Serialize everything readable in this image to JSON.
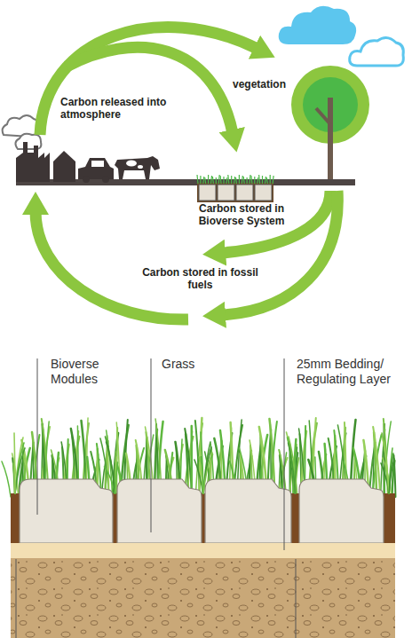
{
  "diagram": {
    "labels": [
      "Carbon released into atmosphere",
      "vegetation",
      "Carbon stored in Bioverse System",
      "Carbon stored in fossil fuels",
      "Bioverse Modules",
      "Grass",
      "25mm Bedding/ Regulating Layer"
    ]
  }
}
